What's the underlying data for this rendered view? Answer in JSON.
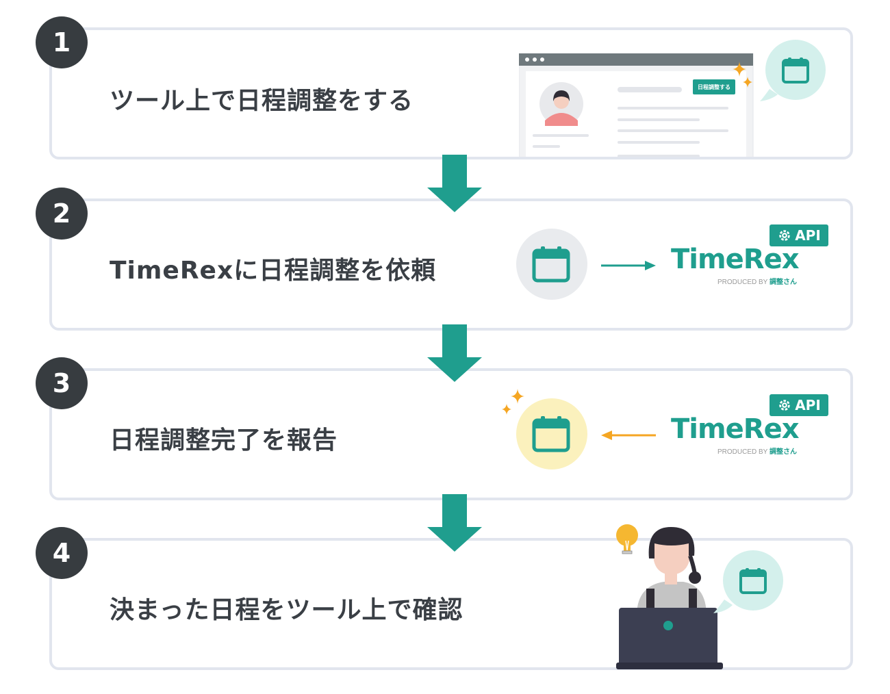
{
  "steps": [
    {
      "number": "1",
      "text": "ツール上で日程調整をする"
    },
    {
      "number": "2",
      "text": "TimeRexに日程調整を依頼"
    },
    {
      "number": "3",
      "text": "日程調整完了を報告"
    },
    {
      "number": "4",
      "text": "決まった日程をツール上で確認"
    }
  ],
  "mockup": {
    "button_label": "日程調整する"
  },
  "timerex": {
    "logo_text": "TimeRex",
    "produced_by": "PRODUCED BY",
    "produced_by_brand": "調整さん",
    "api_label": "API"
  },
  "colors": {
    "teal": "#1f9e8e",
    "badge": "#373c40",
    "card_border": "#e1e5ee",
    "orange": "#f5a623",
    "bubble_teal": "#d4f0ec",
    "bubble_gray": "#e9ebee",
    "bubble_yellow": "#fbf1bd"
  },
  "icons": [
    "calendar-icon",
    "gear-icon",
    "sparkle-icon",
    "light-bulb-icon",
    "arrow-down-icon",
    "arrow-right-icon",
    "arrow-left-icon"
  ]
}
